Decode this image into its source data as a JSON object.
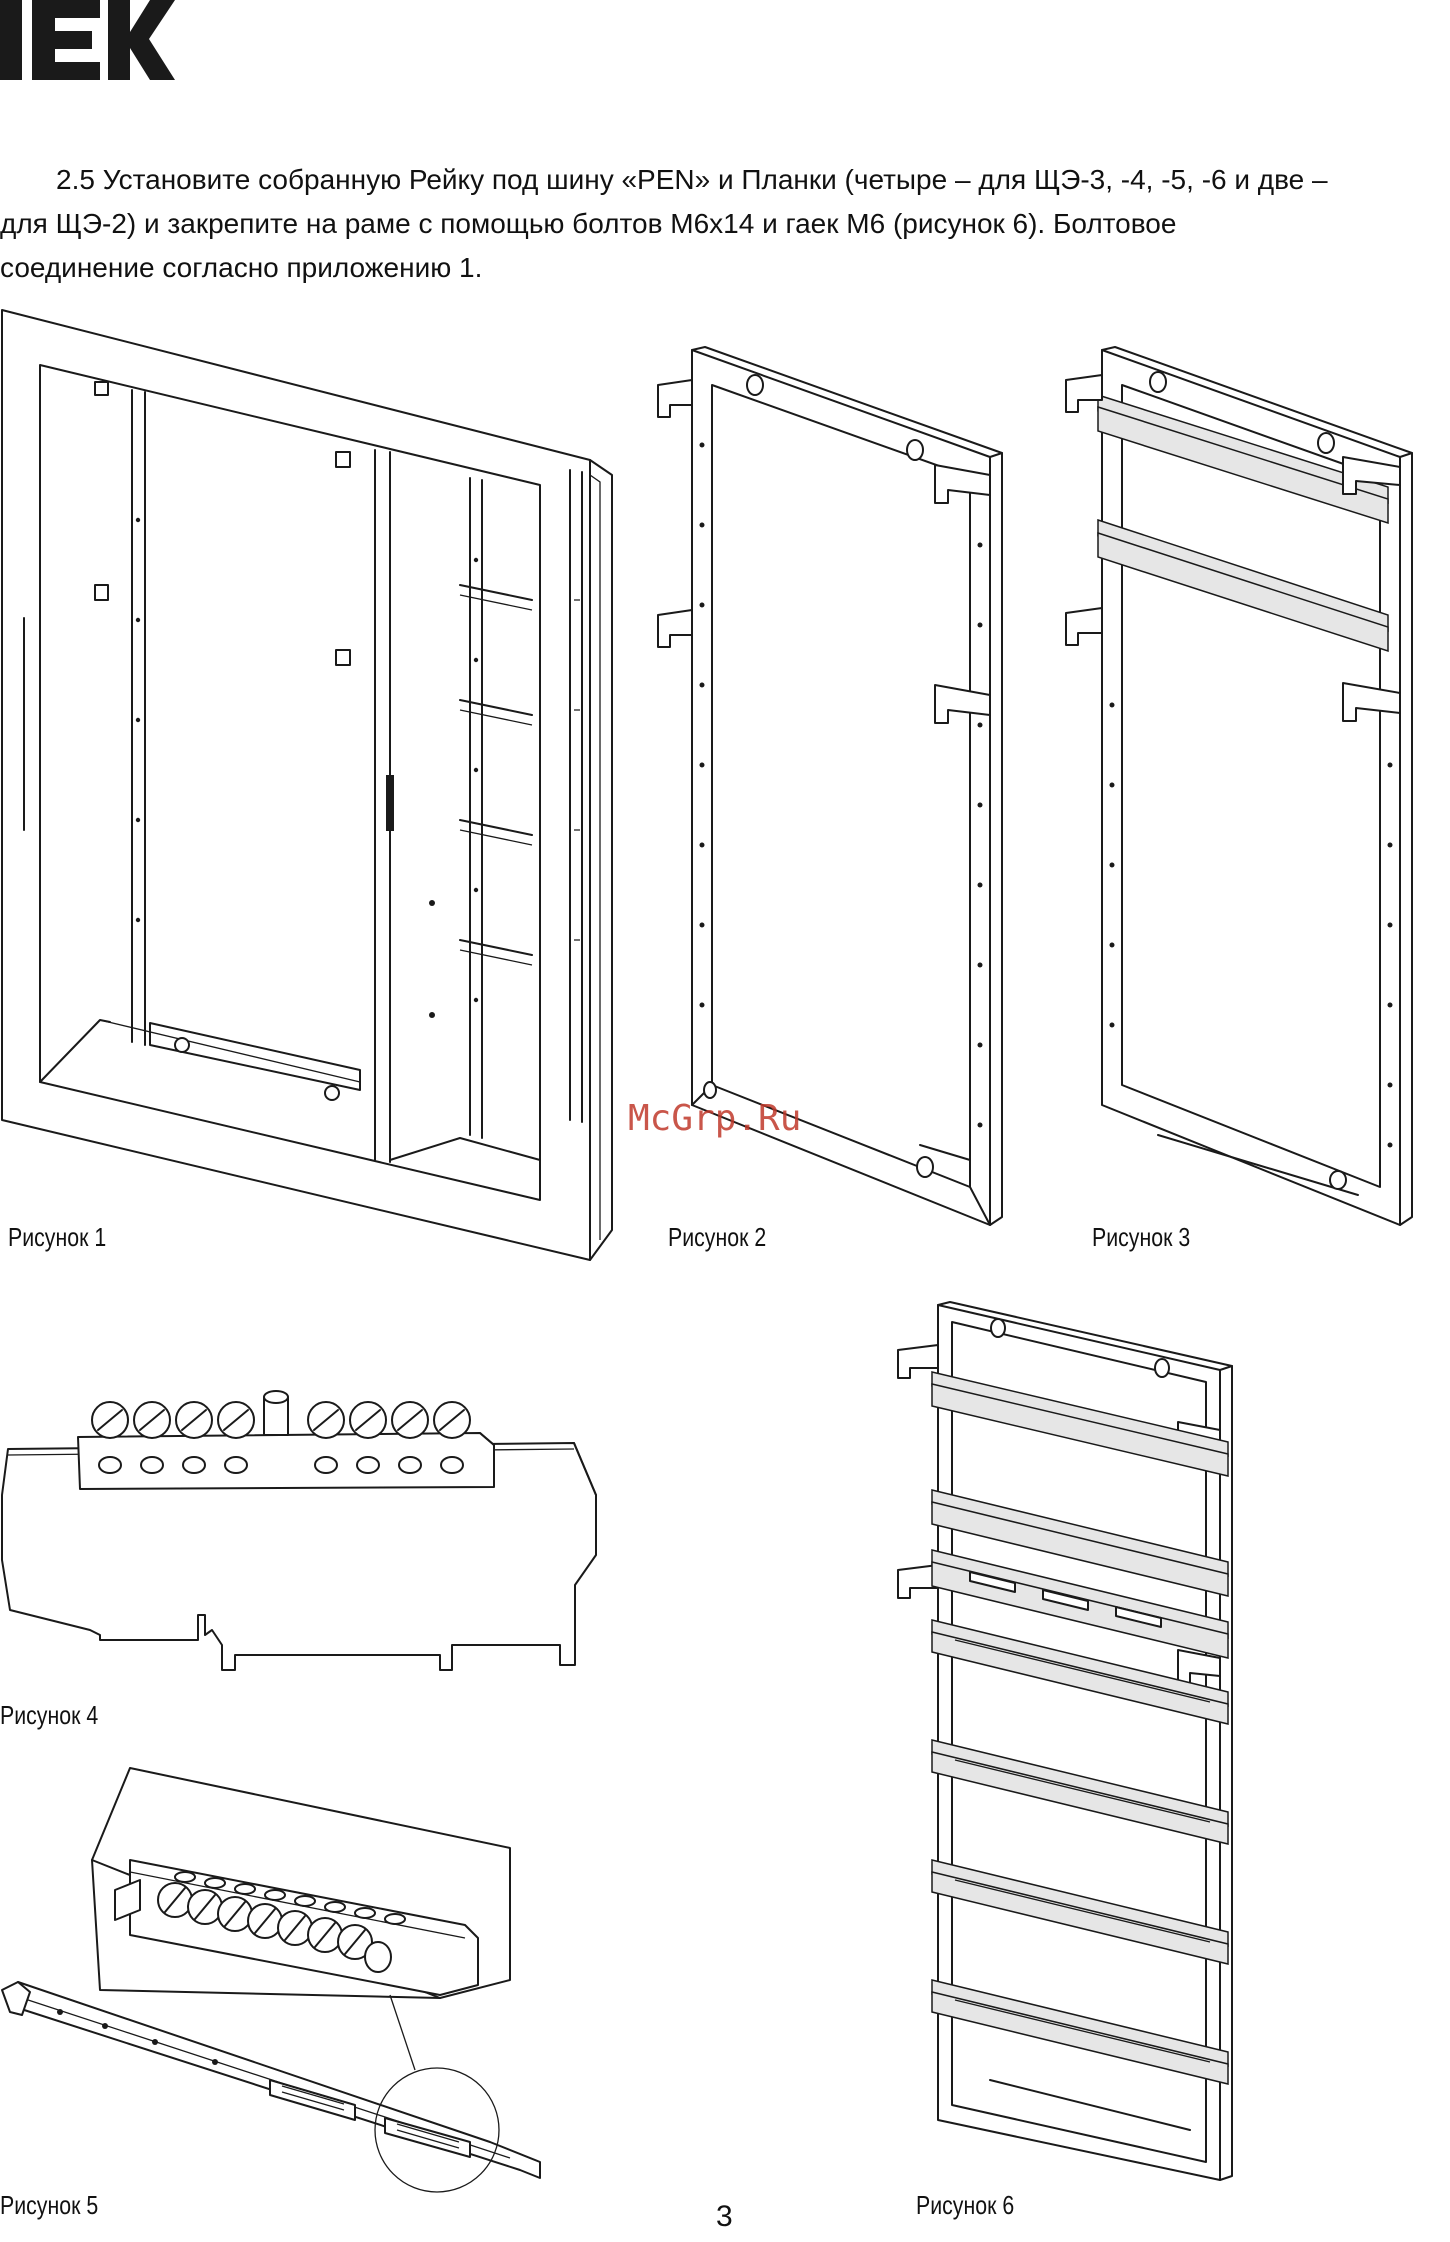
{
  "brand": {
    "logo_text": "IEK",
    "color": "#1a1a1a"
  },
  "paragraph": {
    "line1": "2.5  Установите собранную Рейку под шину «PEN» и Планки (четыре – для ЩЭ-3, -4, -5, -6 и две –",
    "line2": "для ЩЭ-2) и закрепите на раме с помощью болтов М6х14 и гаек М6 (рисунок 6). Болтовое",
    "line3": "соединение согласно приложению 1."
  },
  "figures": [
    {
      "id": "fig1",
      "caption": "Рисунок 1"
    },
    {
      "id": "fig2",
      "caption": "Рисунок 2"
    },
    {
      "id": "fig3",
      "caption": "Рисунок 3"
    },
    {
      "id": "fig4",
      "caption": "Рисунок 4"
    },
    {
      "id": "fig5",
      "caption": "Рисунок 5"
    },
    {
      "id": "fig6",
      "caption": "Рисунок 6"
    }
  ],
  "watermark": "McGrp.Ru",
  "watermark_color": "#c0392b",
  "page_number": "3"
}
